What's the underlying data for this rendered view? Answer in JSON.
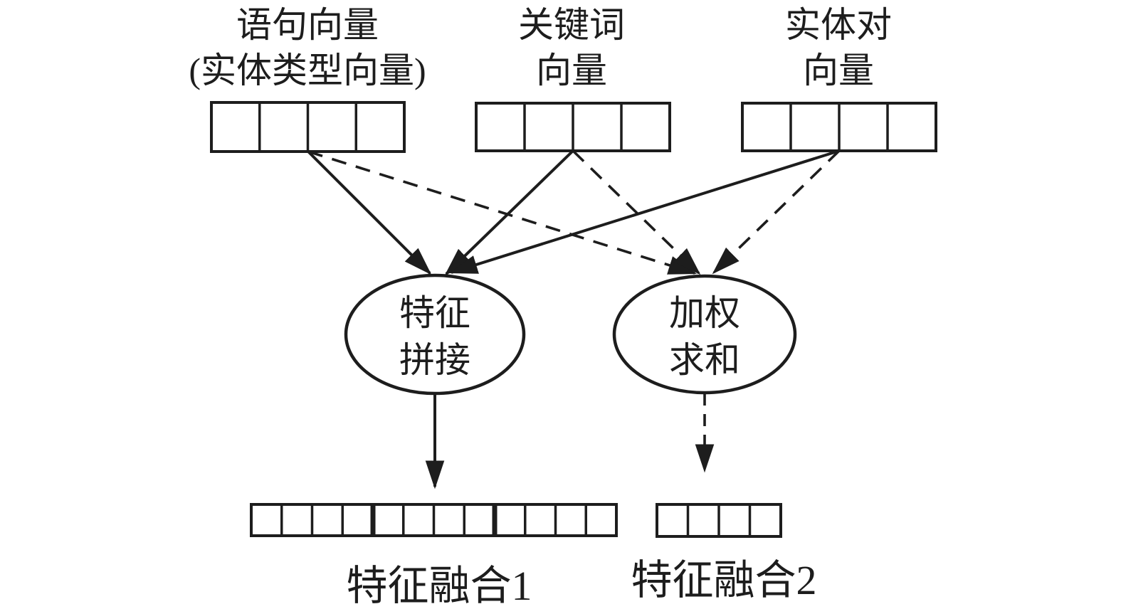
{
  "diagram": {
    "title_implicit": "feature-fusion-diagram",
    "colors": {
      "ink": "#1d1d1d",
      "background": "#ffffff"
    },
    "inputs": [
      {
        "id": "sentence-vector",
        "label_line1": "语句向量",
        "label_line2": "(实体类型向量)",
        "cells": 4
      },
      {
        "id": "keyword-vector",
        "label_line1": "关键词",
        "label_line2": "向量",
        "cells": 4
      },
      {
        "id": "entity-pair-vector",
        "label_line1": "实体对",
        "label_line2": "向量",
        "cells": 4
      }
    ],
    "operations": [
      {
        "id": "feature-concatenation",
        "label_line1": "特征",
        "label_line2": "拼接",
        "incoming_edge_style": "solid"
      },
      {
        "id": "weighted-sum",
        "label_line1": "加权",
        "label_line2": "求和",
        "incoming_edge_style": "dashed"
      }
    ],
    "outputs": [
      {
        "id": "feature-fusion-1",
        "label": "特征融合1",
        "cells": 12,
        "segment_boundaries_after_cells": [
          4,
          8
        ]
      },
      {
        "id": "feature-fusion-2",
        "label": "特征融合2",
        "cells": 4
      }
    ]
  }
}
